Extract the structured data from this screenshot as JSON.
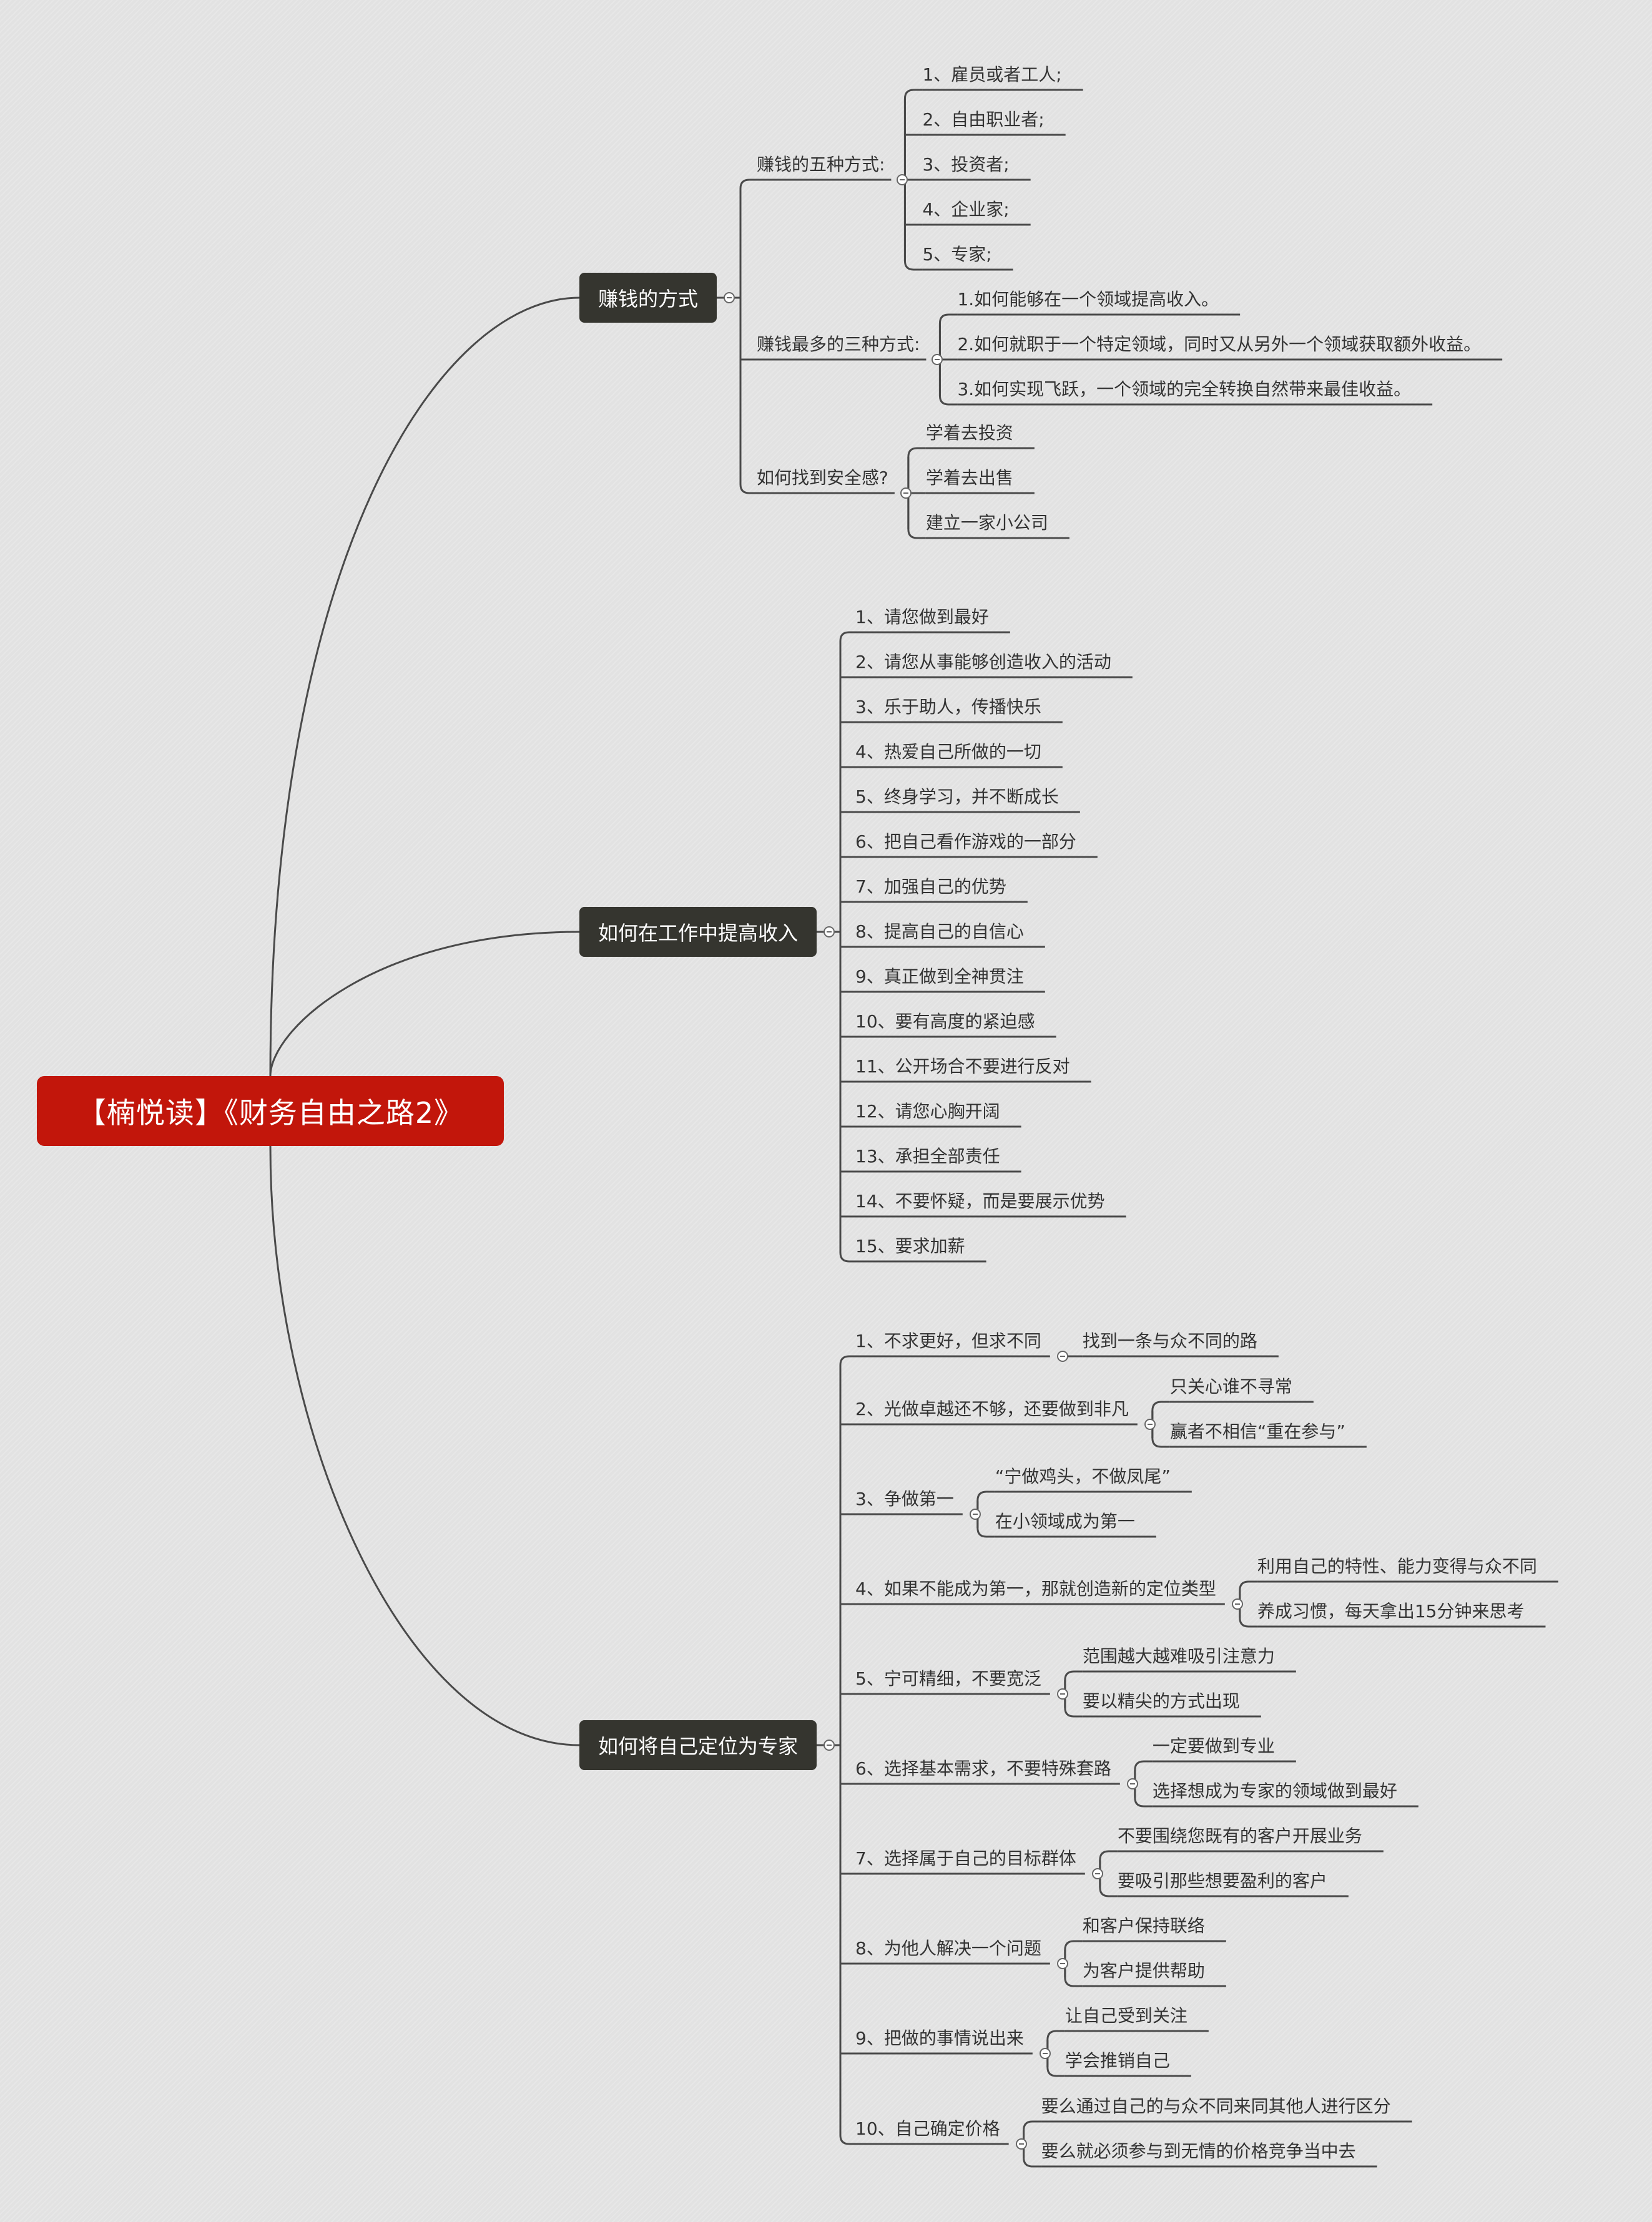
{
  "root": {
    "title": "【楠悦读】《财务自由之路2》"
  },
  "branches": [
    {
      "label": "赚钱的方式",
      "children": [
        {
          "label": "赚钱的五种方式:",
          "children": [
            "1、雇员或者工人;",
            "2、自由职业者;",
            "3、投资者;",
            "4、企业家;",
            "5、专家;"
          ]
        },
        {
          "label": "赚钱最多的三种方式:",
          "children": [
            "1.如何能够在一个领域提高收入。",
            "2.如何就职于一个特定领域，同时又从另外一个领域获取额外收益。",
            "3.如何实现飞跃，一个领域的完全转换自然带来最佳收益。"
          ]
        },
        {
          "label": "如何找到安全感?",
          "children": [
            "学着去投资",
            "学着去出售",
            "建立一家小公司"
          ]
        }
      ]
    },
    {
      "label": "如何在工作中提高收入",
      "children": [
        "1、请您做到最好",
        "2、请您从事能够创造收入的活动",
        "3、乐于助人，传播快乐",
        "4、热爱自己所做的一切",
        "5、终身学习，并不断成长",
        "6、把自己看作游戏的一部分",
        "7、加强自己的优势",
        "8、提高自己的自信心",
        "9、真正做到全神贯注",
        "10、要有高度的紧迫感",
        "11、公开场合不要进行反对",
        "12、请您心胸开阔",
        "13、承担全部责任",
        "14、不要怀疑，而是要展示优势",
        "15、要求加薪"
      ]
    },
    {
      "label": "如何将自己定位为专家",
      "children": [
        {
          "label": "1、不求更好，但求不同",
          "children": [
            "找到一条与众不同的路"
          ]
        },
        {
          "label": "2、光做卓越还不够，还要做到非凡",
          "children": [
            "只关心谁不寻常",
            "赢者不相信“重在参与”"
          ]
        },
        {
          "label": "3、争做第一",
          "children": [
            "“宁做鸡头，不做凤尾”",
            "在小领域成为第一"
          ]
        },
        {
          "label": "4、如果不能成为第一，那就创造新的定位类型",
          "children": [
            "利用自己的特性、能力变得与众不同",
            "养成习惯，每天拿出15分钟来思考"
          ]
        },
        {
          "label": "5、宁可精细，不要宽泛",
          "children": [
            "范围越大越难吸引注意力",
            "要以精尖的方式出现"
          ]
        },
        {
          "label": "6、选择基本需求，不要特殊套路",
          "children": [
            "一定要做到专业",
            "选择想成为专家的领域做到最好"
          ]
        },
        {
          "label": "7、选择属于自己的目标群体",
          "children": [
            "不要围绕您既有的客户开展业务",
            "要吸引那些想要盈利的客户"
          ]
        },
        {
          "label": "8、为他人解决一个问题",
          "children": [
            "和客户保持联络",
            "为客户提供帮助"
          ]
        },
        {
          "label": "9、把做的事情说出来",
          "children": [
            "让自己受到关注",
            "学会推销自己"
          ]
        },
        {
          "label": "10、自己确定价格",
          "children": [
            "要么通过自己的与众不同来同其他人进行区分",
            "要么就必须参与到无情的价格竞争当中去"
          ]
        }
      ]
    }
  ],
  "colors": {
    "root": "#c2160b",
    "branch": "#35352f",
    "line": "#4a4a4a",
    "background": "#e2e2e2",
    "text": "#333333"
  }
}
